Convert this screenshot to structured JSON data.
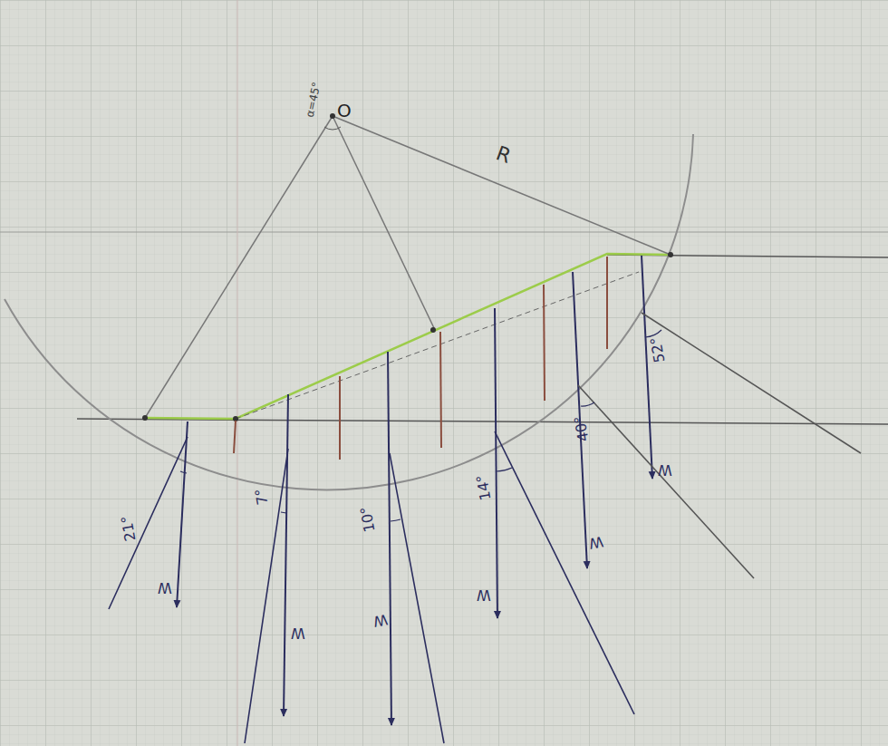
{
  "diagram": {
    "labels": [
      "O",
      "α=45°",
      "R",
      "21°",
      "7°",
      "10°",
      "14°",
      "40°",
      "52°",
      "W",
      "W",
      "W",
      "W",
      "W",
      "W"
    ]
  }
}
